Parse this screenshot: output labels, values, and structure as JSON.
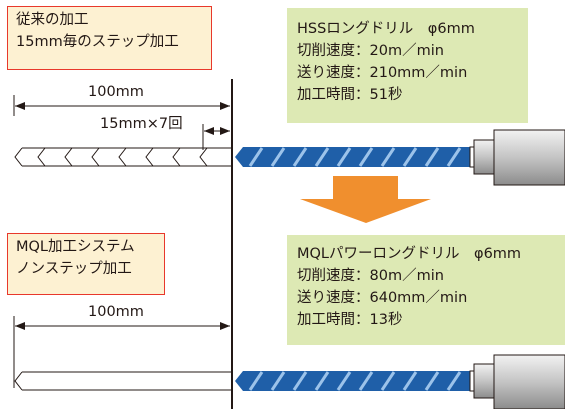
{
  "conventional": {
    "title_line1": "従来の加工",
    "title_line2": "15mm毎のステップ加工",
    "length_label": "100mm",
    "step_label": "15mm×7回",
    "spec": {
      "drill": "HSSロングドリル　φ6mm",
      "cutting_speed": "切削速度：20m／min",
      "feed_speed": "送り速度：210mm／min",
      "machining_time": "加工時間：51秒"
    }
  },
  "mql": {
    "title_line1": "MQL加工システム",
    "title_line2": "ノンステップ加工",
    "length_label": "100mm",
    "spec": {
      "drill": "MQLパワーロングドリル　φ6mm",
      "cutting_speed": "切削速度：80m／min",
      "feed_speed": "送り速度：640mm／min",
      "machining_time": "加工時間：13秒"
    }
  },
  "colors": {
    "box_border": "#e8382b",
    "box_fill": "#fdf1d2",
    "spec_fill": "#dde9b4",
    "arrow": "#f08f2e",
    "drill_blue": "#1f5fa8",
    "holder_gray": "#c8c8c8"
  }
}
